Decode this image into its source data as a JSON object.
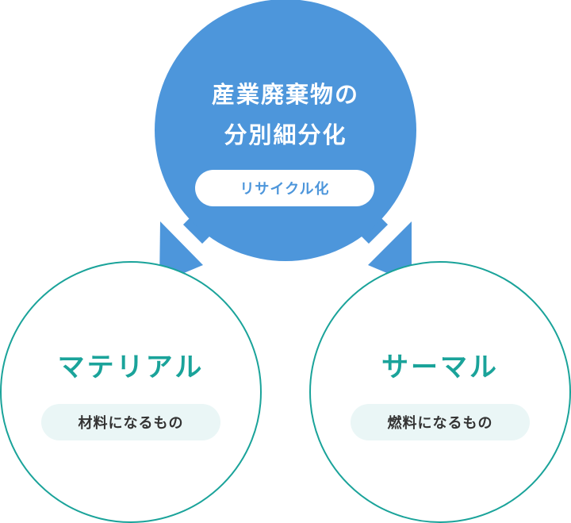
{
  "top_node": {
    "title_line1": "産業廃棄物の",
    "title_line2": "分別細分化",
    "badge": "リサイクル化"
  },
  "left_node": {
    "title": "マテリアル",
    "badge": "材料になるもの"
  },
  "right_node": {
    "title": "サーマル",
    "badge": "燃料になるもの"
  },
  "colors": {
    "top_fill": "#4d96db",
    "outline": "#1aa39a",
    "badge_bg": "#eaf6f6",
    "top_text": "#ffffff",
    "badge_text": "#333333"
  }
}
